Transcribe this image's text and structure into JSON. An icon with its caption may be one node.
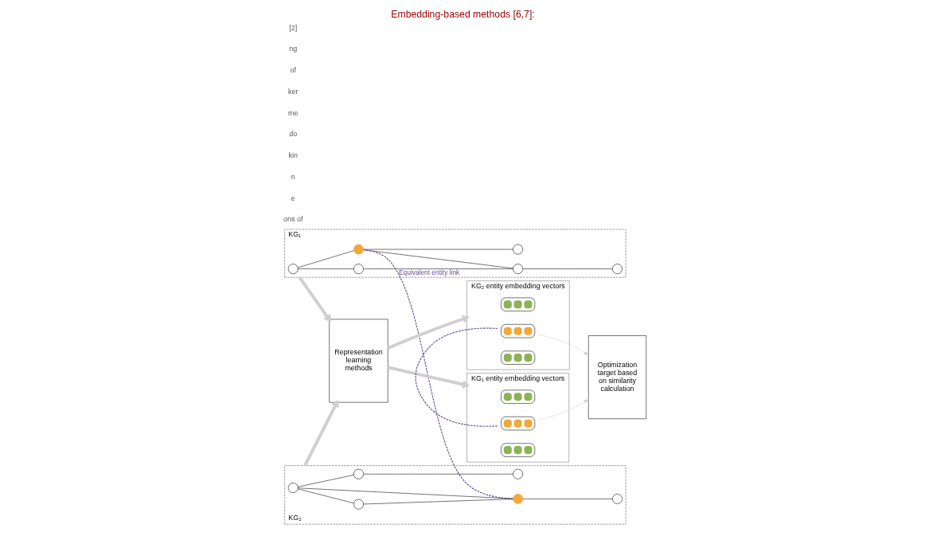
{
  "diagram": {
    "title": "Embedding-based methods [6,7]:",
    "nodes": [
      {
        "text": [
          "KG₁"
        ]
      },
      {
        "text": [],
        "shape": "circle",
        "in": 0
      },
      {
        "text": [],
        "shape": "circle",
        "in": 0
      },
      {
        "text": [],
        "shape": "circle",
        "in": 0
      },
      {
        "text": [],
        "shape": "circle",
        "in": 0
      },
      {
        "text": [],
        "shape": "circle",
        "in": 0
      },
      {
        "text": [],
        "shape": "circle",
        "in": 0
      },
      {
        "text": [
          "KG₂"
        ]
      },
      {
        "text": [],
        "shape": "circle",
        "in": 7
      },
      {
        "text": [],
        "shape": "circle",
        "in": 7
      },
      {
        "text": [],
        "shape": "circle",
        "in": 7
      },
      {
        "text": [],
        "shape": "circle",
        "in": 7
      },
      {
        "text": [],
        "shape": "circle",
        "in": 7
      },
      {
        "text": [],
        "shape": "circle",
        "in": 7
      },
      {
        "text": [
          "Representation learning methods"
        ]
      },
      {
        "text": [
          "KG₁ entity embedding vectors"
        ]
      },
      {
        "text": [],
        "shape": "box",
        "in": 15
      },
      {
        "text": [],
        "shape": "box",
        "in": 15
      },
      {
        "text": [],
        "shape": "box",
        "in": 15
      },
      {
        "text": [
          "KG₂ entity embedding vectors"
        ]
      },
      {
        "text": [],
        "shape": "box",
        "in": 19
      },
      {
        "text": [],
        "shape": "box",
        "in": 19
      },
      {
        "text": [],
        "shape": "box",
        "in": 19
      },
      {
        "text": [
          "Optimization target based on similarity calculation"
        ]
      }
    ],
    "edges": [
      {
        "from": 1,
        "to": 2,
        "arrow": "none"
      },
      {
        "from": 1,
        "to": 3,
        "arrow": "none"
      },
      {
        "from": 2,
        "to": 4,
        "arrow": "none"
      },
      {
        "from": 3,
        "to": 4,
        "arrow": "none"
      },
      {
        "from": 3,
        "to": 5,
        "arrow": "none"
      },
      {
        "from": 4,
        "to": 6,
        "arrow": "none"
      },
      {
        "from": 8,
        "to": 9,
        "arrow": "none"
      },
      {
        "from": 8,
        "to": 10,
        "arrow": "none"
      },
      {
        "from": 9,
        "to": 10,
        "arrow": "none"
      },
      {
        "from": 10,
        "to": 11,
        "arrow": "none"
      },
      {
        "from": 8,
        "to": 12,
        "arrow": "none"
      },
      {
        "from": 12,
        "to": 13,
        "arrow": "none"
      },
      {
        "from": 3,
        "to": 10,
        "arrow": "none",
        "label": "Equivalent entity link",
        "style": "dashed",
        "color": "#6a4c93"
      },
      {
        "from": 0,
        "to": 14,
        "arrow": "to",
        "style": "thick",
        "color": "#d0cece"
      },
      {
        "from": 7,
        "to": 14,
        "arrow": "to",
        "style": "thick",
        "color": "#d0cece"
      },
      {
        "from": 14,
        "to": 15,
        "arrow": "to",
        "style": "thick",
        "color": "#d0cece"
      },
      {
        "from": 14,
        "to": 19,
        "arrow": "to",
        "style": "thick",
        "color": "#d0cece"
      },
      {
        "from": 17,
        "to": 21,
        "arrow": "none",
        "style": "dashed",
        "color": "#6a4c93"
      },
      {
        "from": 17,
        "to": 23,
        "arrow": "to",
        "color": "#d0cece"
      },
      {
        "from": 21,
        "to": 23,
        "arrow": "to",
        "color": "#d0cece"
      }
    ],
    "labels": [
      "ons of",
      "e",
      "n",
      "kin",
      "do",
      "me",
      "ker",
      "of",
      "ng",
      "[2]"
    ]
  }
}
